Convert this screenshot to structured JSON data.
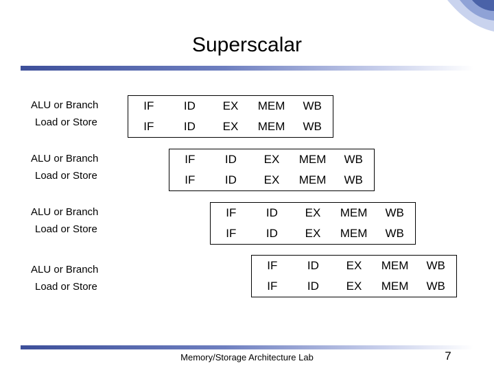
{
  "slide": {
    "title": "Superscalar",
    "footer": "Memory/Storage Architecture Lab",
    "page_number": "7"
  },
  "groups": [
    {
      "labels": [
        "ALU or Branch",
        "Load or Store"
      ],
      "rows": [
        [
          "IF",
          "ID",
          "EX",
          "MEM",
          "WB"
        ],
        [
          "IF",
          "ID",
          "EX",
          "MEM",
          "WB"
        ]
      ]
    },
    {
      "labels": [
        "ALU or Branch",
        "Load or Store"
      ],
      "rows": [
        [
          "IF",
          "ID",
          "EX",
          "MEM",
          "WB"
        ],
        [
          "IF",
          "ID",
          "EX",
          "MEM",
          "WB"
        ]
      ]
    },
    {
      "labels": [
        "ALU or Branch",
        "Load or Store"
      ],
      "rows": [
        [
          "IF",
          "ID",
          "EX",
          "MEM",
          "WB"
        ],
        [
          "IF",
          "ID",
          "EX",
          "MEM",
          "WB"
        ]
      ]
    },
    {
      "labels": [
        "ALU or Branch",
        "Load or Store"
      ],
      "rows": [
        [
          "IF",
          "ID",
          "EX",
          "MEM",
          "WB"
        ],
        [
          "IF",
          "ID",
          "EX",
          "MEM",
          "WB"
        ]
      ]
    }
  ],
  "colors": {
    "accent_bar": "#3d4f9a",
    "corner_ornament": "#6f86c2"
  }
}
